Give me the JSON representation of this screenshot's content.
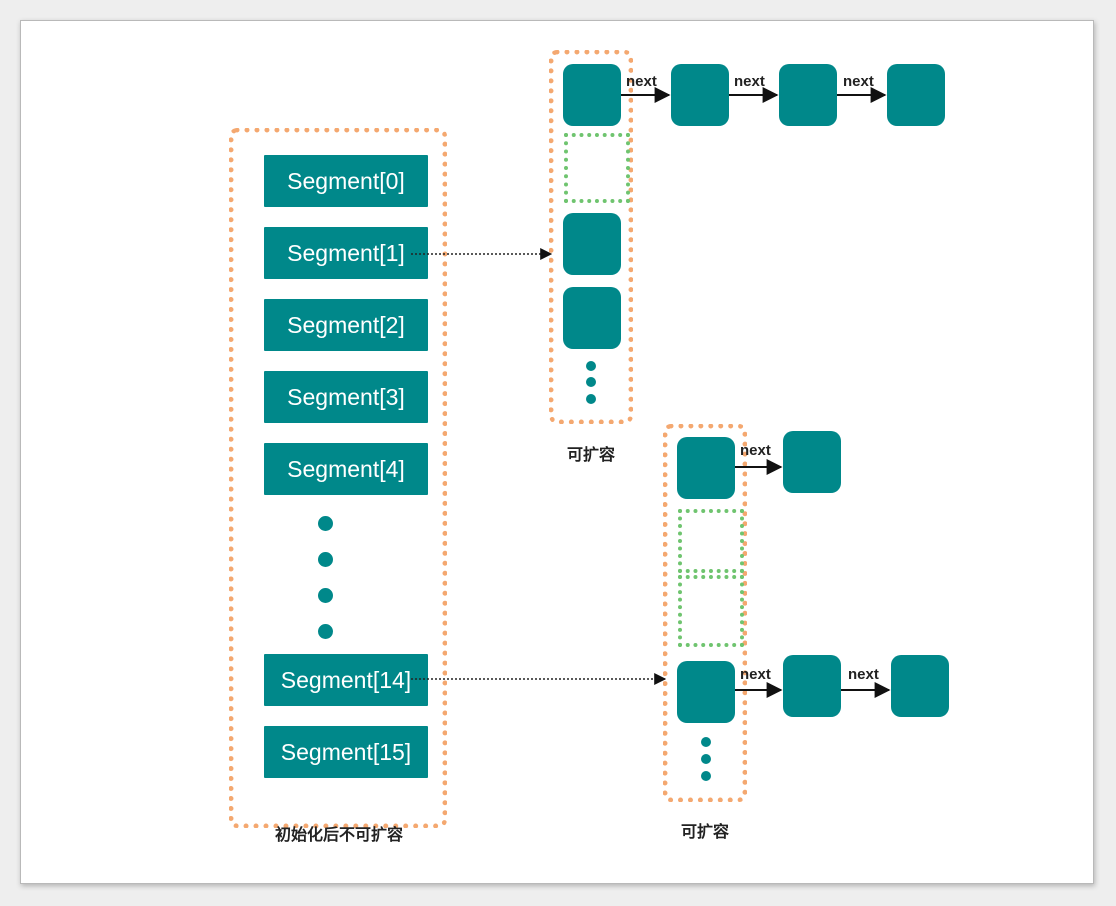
{
  "table": {
    "segments": [
      "Segment[0]",
      "Segment[1]",
      "Segment[2]",
      "Segment[3]",
      "Segment[4]",
      "Segment[14]",
      "Segment[15]"
    ],
    "caption": "初始化后不可扩容"
  },
  "bucket_top": {
    "caption": "可扩容",
    "link_labels": [
      "next",
      "next",
      "next"
    ]
  },
  "bucket_bottom": {
    "caption": "可扩容",
    "link_labels": [
      "next",
      "next",
      "next"
    ]
  },
  "colors": {
    "node": "#00888a",
    "container_border": "#f4a870",
    "empty_slot_border": "#6fc46f"
  }
}
